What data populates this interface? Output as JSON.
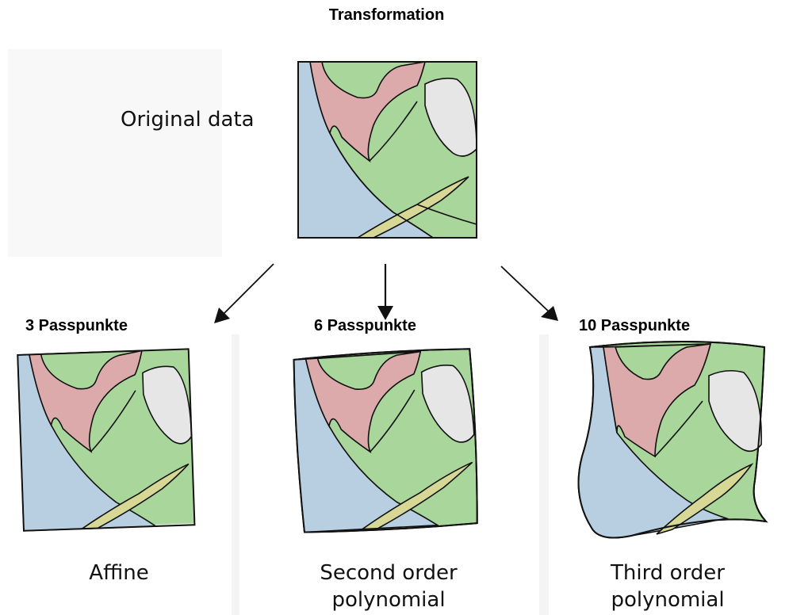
{
  "title": "Transformation",
  "original_label": "Original data",
  "panels": [
    {
      "points_label": "3 Passpunkte",
      "caption_line1": "Affine",
      "caption_line2": ""
    },
    {
      "points_label": "6 Passpunkte",
      "caption_line1": "Second order",
      "caption_line2": "polynomial"
    },
    {
      "points_label": "10 Passpunkte",
      "caption_line1": "Third order",
      "caption_line2": "polynomial"
    }
  ],
  "colors": {
    "blue": "#b7cfe0",
    "pink": "#dcaaaa",
    "green": "#a9d69a",
    "grey": "#e6e6e6",
    "khaki": "#d8d896",
    "outline": "#111111"
  }
}
